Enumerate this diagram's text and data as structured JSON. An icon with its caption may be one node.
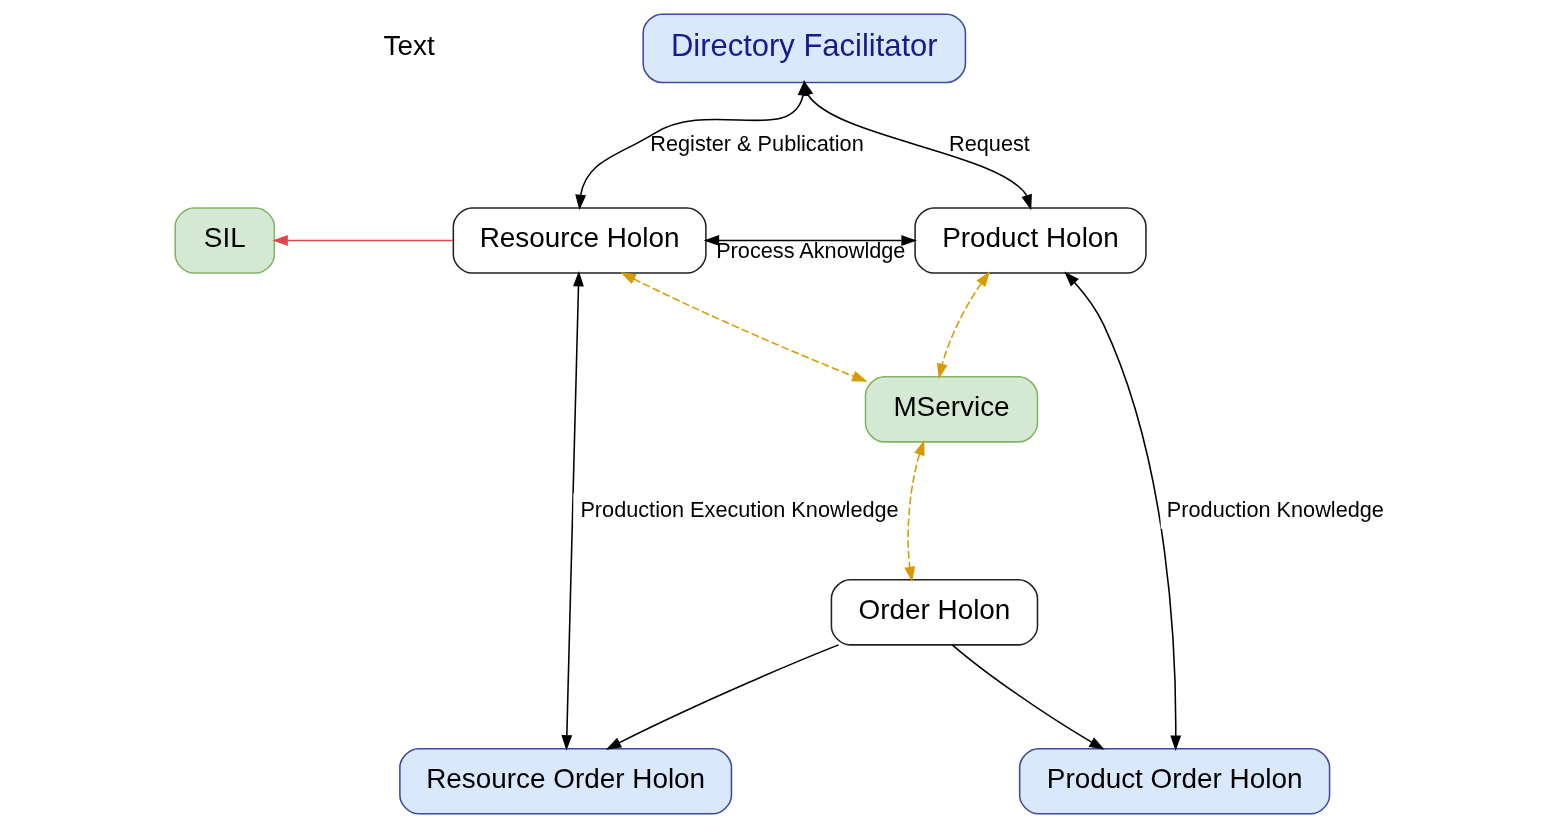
{
  "diagram": {
    "nodes": [
      {
        "text": [
          "Directory Facilitator"
        ]
      },
      {
        "text": [
          "SIL"
        ]
      },
      {
        "text": [
          "Resource Holon"
        ]
      },
      {
        "text": [
          "Product Holon"
        ]
      },
      {
        "text": [
          "MService"
        ]
      },
      {
        "text": [
          "Order Holon"
        ]
      },
      {
        "text": [
          "Resource Order Holon"
        ]
      },
      {
        "text": [
          "Product Order Holon"
        ]
      }
    ],
    "edges": [
      {
        "from": 2,
        "to": 0,
        "arrow": "both",
        "label": "Register & Publication"
      },
      {
        "from": 3,
        "to": 0,
        "arrow": "both",
        "label": "Request"
      },
      {
        "from": 2,
        "to": 1,
        "arrow": "to",
        "color": "#e0474c"
      },
      {
        "from": 2,
        "to": 3,
        "arrow": "both",
        "label": "Process Aknowldge"
      },
      {
        "from": 4,
        "to": 2,
        "arrow": "both",
        "style": "dashed",
        "color": "#d79b00"
      },
      {
        "from": 4,
        "to": 3,
        "arrow": "both",
        "style": "dashed",
        "color": "#d79b00"
      },
      {
        "from": 4,
        "to": 5,
        "arrow": "both",
        "style": "dashed",
        "color": "#d79b00"
      },
      {
        "from": 2,
        "to": 6,
        "arrow": "both",
        "label": "Production Execution Knowledge"
      },
      {
        "from": 3,
        "to": 7,
        "arrow": "both",
        "label": "Production Knowledge"
      },
      {
        "from": 5,
        "to": 6,
        "arrow": "to"
      },
      {
        "from": 5,
        "to": 7,
        "arrow": "to"
      }
    ],
    "labels": [
      "Text"
    ]
  }
}
